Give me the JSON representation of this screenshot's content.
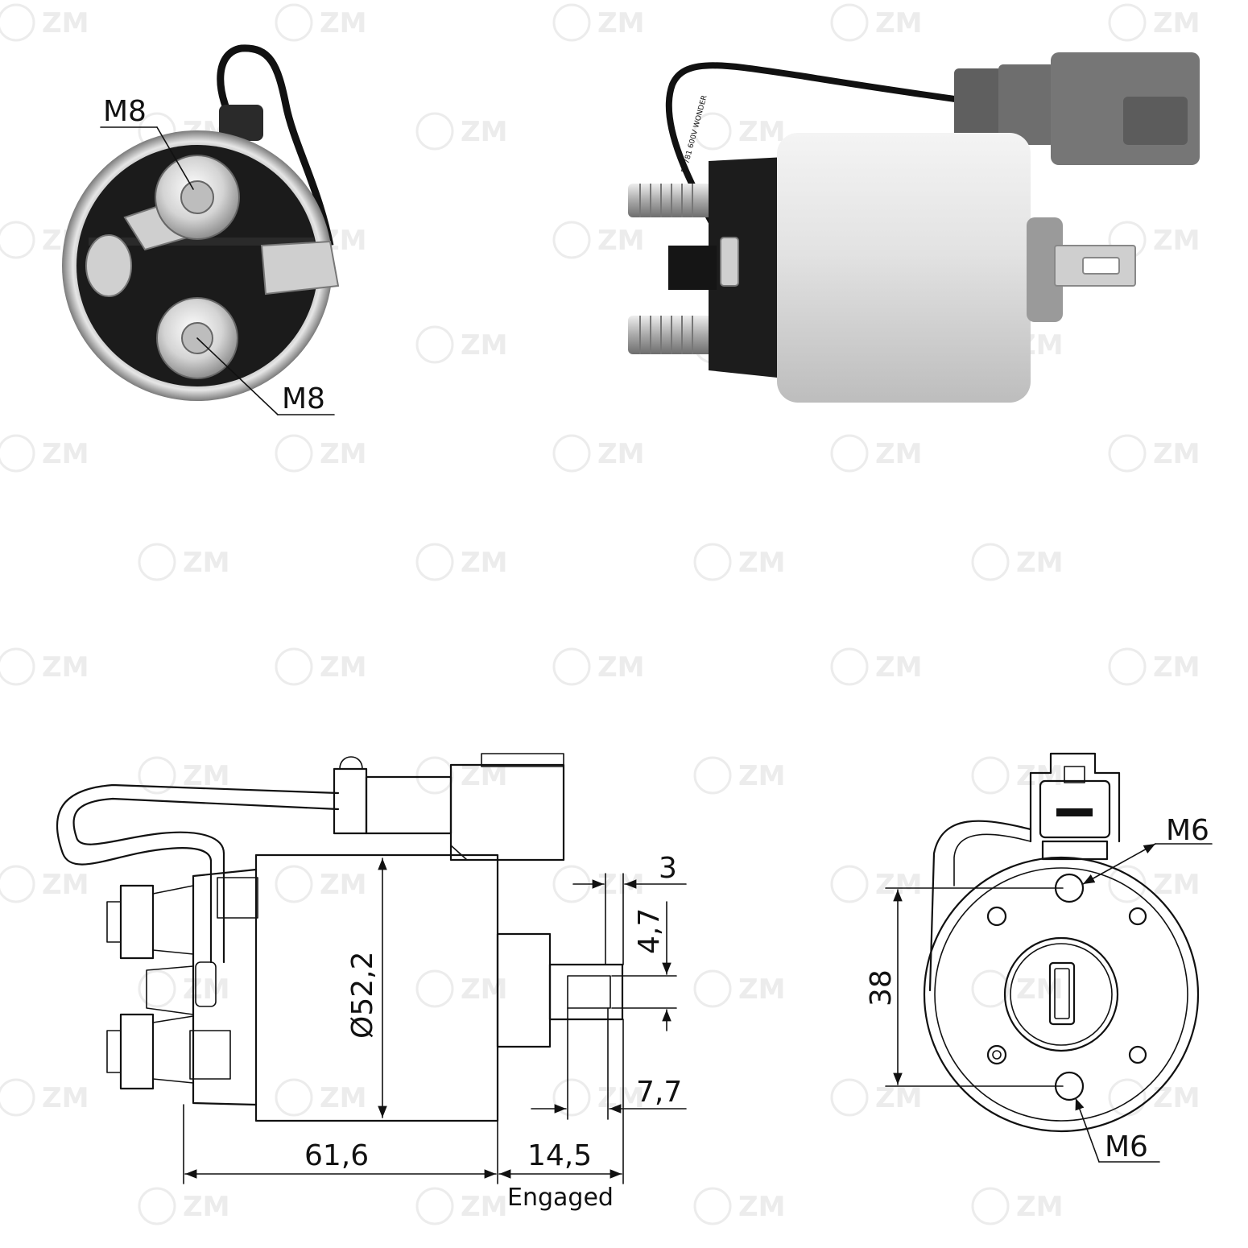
{
  "watermark": {
    "brand": "ZM"
  },
  "photo_front_view": {
    "thread_labels": [
      "M8",
      "M8"
    ],
    "colors": {
      "housing": "#c9c9c9",
      "cap": "#1b1b1b",
      "terminal": "#d8d8d8"
    }
  },
  "photo_side_view": {
    "wire_print": "E7781 600V WONDER",
    "colors": {
      "body": "#dcdcdc",
      "cap": "#1c1c1c",
      "connector": "#6f6f6f"
    }
  },
  "drawing_side": {
    "dimensions": {
      "diameter": "Ø52,2",
      "body_length": "61,6",
      "plunger_travel": "14,5",
      "tip_gap": "3",
      "tab_height": "4,7",
      "tab_length": "7,7"
    },
    "engaged_label": "Engaged"
  },
  "drawing_end": {
    "thread_labels": [
      "M6",
      "M6"
    ],
    "hole_spacing": "38"
  }
}
